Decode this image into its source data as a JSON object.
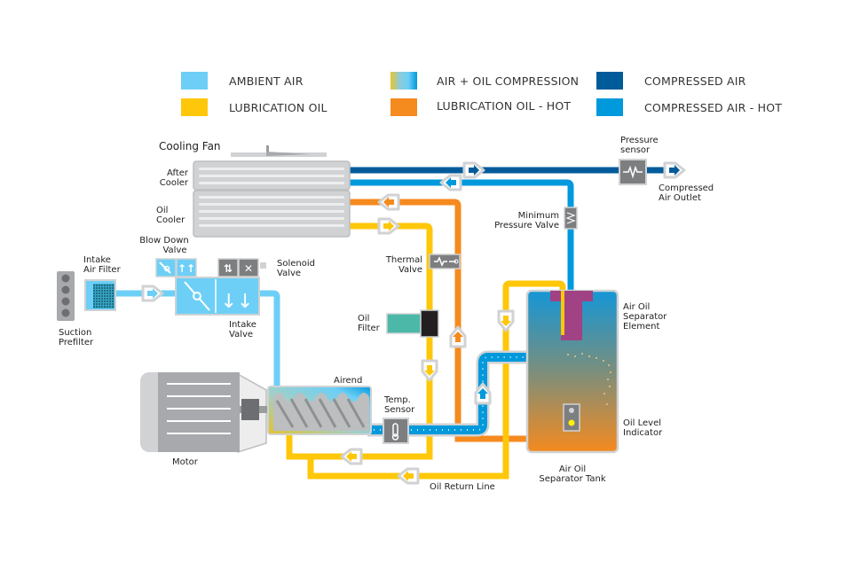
{
  "colors": {
    "ambient_air": "#6dcff6",
    "lubrication_oil": "#ffc709",
    "compressed_air": "#005b9a",
    "compressed_air_hot": "#0099dc",
    "lubrication_oil_hot": "#f58a1f",
    "component_gray": "#d0d2d4",
    "sensor_gray": "#7d7e80"
  },
  "legend": [
    {
      "label": "AMBIENT AIR",
      "key": "ambient_air"
    },
    {
      "label": "LUBRICATION OIL",
      "key": "lubrication_oil"
    },
    {
      "label": "AIR + OIL COMPRESSION",
      "key": "air_oil_compression"
    },
    {
      "label": "LUBRICATION OIL - HOT",
      "key": "lubrication_oil_hot"
    },
    {
      "label": "COMPRESSED AIR",
      "key": "compressed_air"
    },
    {
      "label": "COMPRESSED AIR - HOT",
      "key": "compressed_air_hot"
    }
  ],
  "labels": {
    "cooling_fan": "Cooling Fan",
    "after_cooler": [
      "After",
      "Cooler"
    ],
    "oil_cooler": [
      "Oil",
      "Cooler"
    ],
    "blow_down_valve": [
      "Blow Down",
      "Valve"
    ],
    "intake_air_filter": [
      "Intake",
      "Air Filter"
    ],
    "suction_prefilter": [
      "Suction",
      "Prefilter"
    ],
    "solenoid_valve": [
      "Solenoid",
      "Valve"
    ],
    "intake_valve": [
      "Intake",
      "Valve"
    ],
    "motor": "Motor",
    "airend": "Airend",
    "temp_sensor": [
      "Temp.",
      "Sensor"
    ],
    "thermal_valve": [
      "Thermal",
      "Valve"
    ],
    "oil_filter": [
      "Oil",
      "Filter"
    ],
    "oil_return_line": "Oil Return Line",
    "pressure_sensor": [
      "Pressure",
      "sensor"
    ],
    "compressed_air_outlet": [
      "Compressed",
      "Air Outlet"
    ],
    "minimum_pressure_valve": [
      "Minimum",
      "Pressure Valve"
    ],
    "air_oil_separator_element": [
      "Air Oil",
      "Separator",
      "Element"
    ],
    "oil_level_indicator": [
      "Oil Level",
      "Indicator"
    ],
    "air_oil_separator_tank": [
      "Air Oil",
      "Separator Tank"
    ]
  }
}
